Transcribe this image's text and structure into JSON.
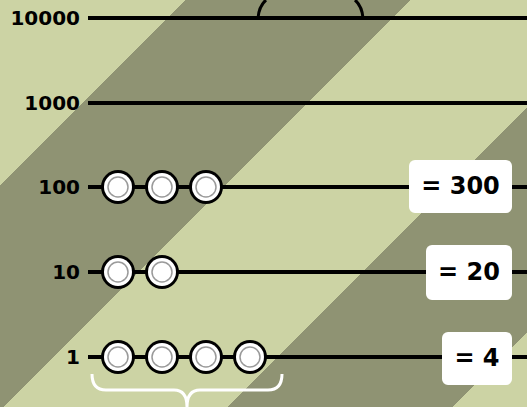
{
  "diagram": {
    "nodes": [
      {
        "text": [
          "= 300"
        ]
      },
      {
        "text": [
          "= 20"
        ]
      },
      {
        "text": [
          "= 4"
        ]
      }
    ],
    "labels": [
      "10000",
      "1000",
      "100",
      "10",
      "1"
    ]
  }
}
